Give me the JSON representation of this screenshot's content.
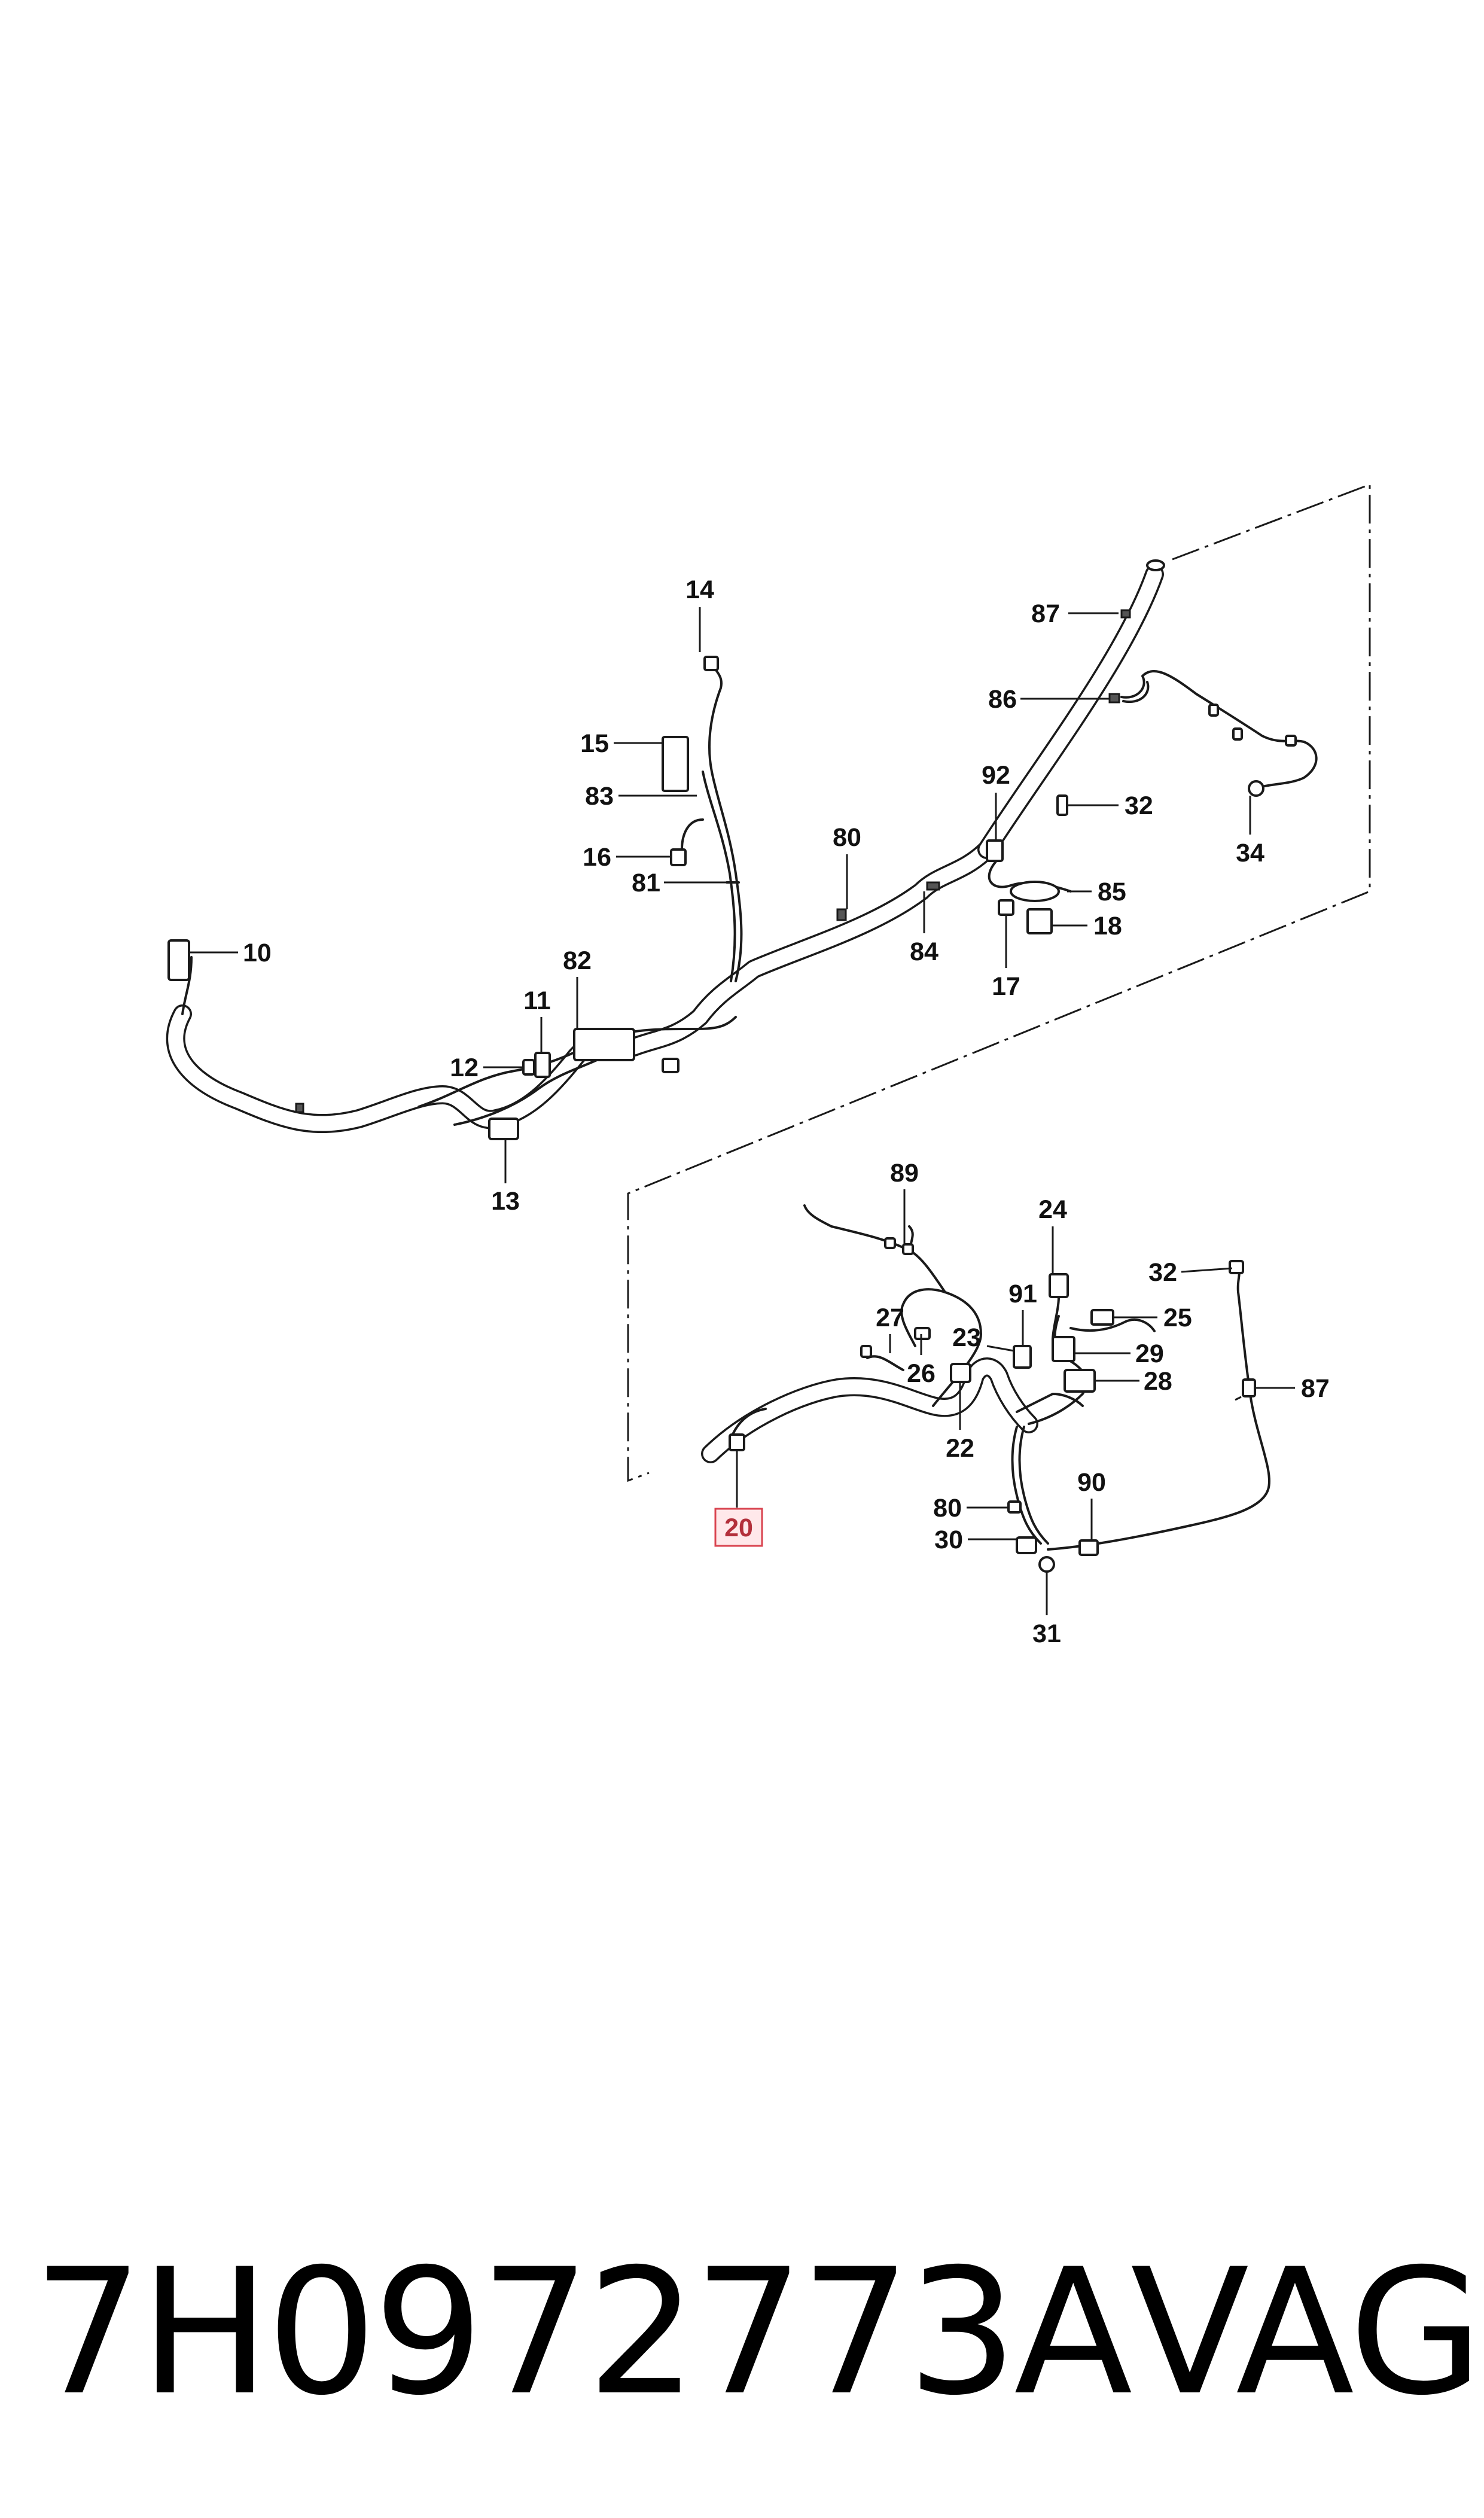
{
  "diagram": {
    "part_callouts": [
      "14",
      "87",
      "86",
      "92",
      "32",
      "15",
      "83",
      "80",
      "85",
      "16",
      "81",
      "18",
      "34",
      "84",
      "17",
      "10",
      "82",
      "11",
      "12",
      "13",
      "89",
      "24",
      "32",
      "25",
      "91",
      "27",
      "23",
      "29",
      "26",
      "28",
      "87",
      "22",
      "90",
      "80",
      "30",
      "31"
    ],
    "highlighted_callout": "20",
    "highlight_color": "#d9434f"
  },
  "footer": {
    "part_number": "7H0972773A",
    "brand": "VAG"
  }
}
